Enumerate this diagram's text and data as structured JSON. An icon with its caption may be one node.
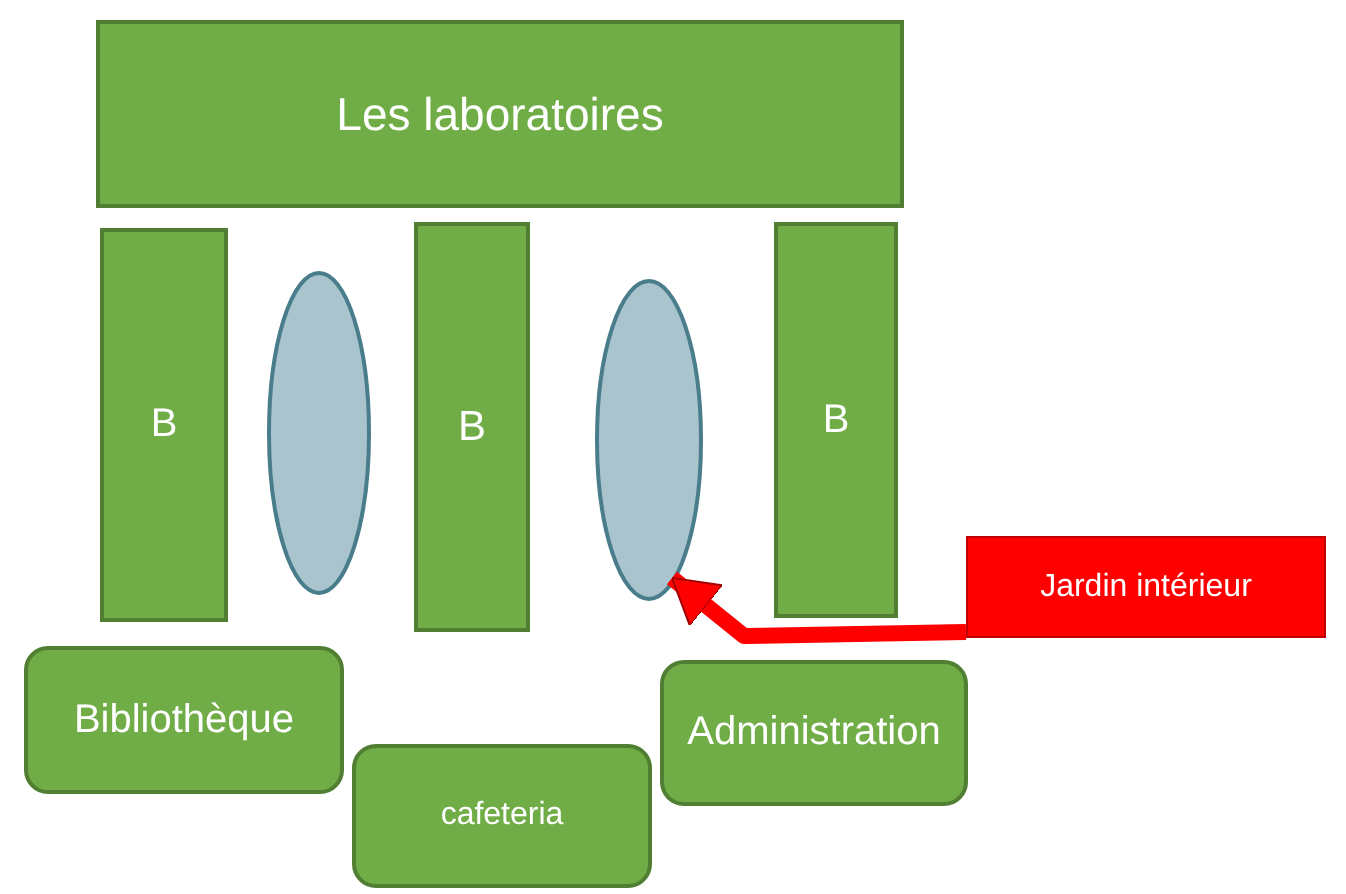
{
  "diagram": {
    "nodes": [
      {
        "text": [
          "Les laboratoires"
        ]
      },
      {
        "text": [
          "B"
        ]
      },
      {
        "text": [],
        "shape": "ellipse"
      },
      {
        "text": [
          "B"
        ]
      },
      {
        "text": [],
        "shape": "ellipse"
      },
      {
        "text": [
          "B"
        ]
      },
      {
        "text": [
          "Jardin intérieur"
        ]
      },
      {
        "text": [
          "Bibliothèque"
        ]
      },
      {
        "text": [
          "cafeteria"
        ]
      },
      {
        "text": [
          "Administration"
        ]
      }
    ],
    "edges": [
      {
        "from": 6,
        "to": 4,
        "arrow": "to",
        "color": "#ff0000"
      }
    ]
  }
}
